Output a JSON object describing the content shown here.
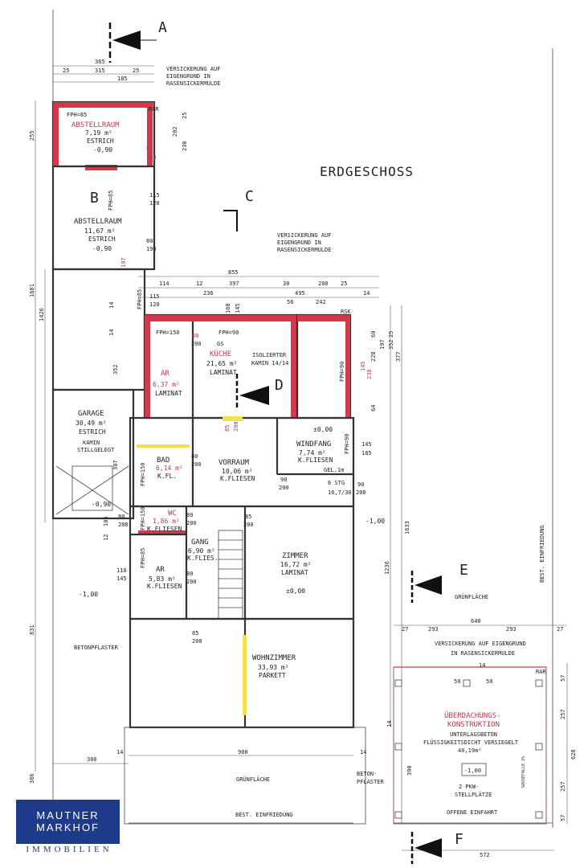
{
  "plan": {
    "title": "ERDGESCHOSS",
    "sections": [
      "A",
      "B",
      "C",
      "D",
      "E",
      "F"
    ],
    "rooms": [
      {
        "name": "ABSTELLRAUM",
        "area": "7,19 m²",
        "floor": "ESTRICH",
        "level": "-0,90"
      },
      {
        "name": "ABSTELLRAUM",
        "area": "11,67 m²",
        "floor": "ESTRICH",
        "level": "-0,90"
      },
      {
        "name": "GARAGE",
        "area": "30,49 m²",
        "floor": "ESTRICH",
        "note1": "KAMIN",
        "note2": "STILLGELEGT"
      },
      {
        "name": "AR",
        "area": "6,37 m²",
        "floor": "LAMINAT"
      },
      {
        "name": "KÜCHE",
        "area": "21,65 m²",
        "floor": "LAMINAT"
      },
      {
        "name": "BAD",
        "area": "6,14 m²",
        "floor": "K.FL."
      },
      {
        "name": "VORRAUM",
        "area": "10,06 m²",
        "floor": "K.FLIESEN"
      },
      {
        "name": "WINDFANG",
        "area": "7,74 m²",
        "floor": "K.FLIESEN"
      },
      {
        "name": "WC",
        "area": "1,86 m²",
        "floor": "K.FLIESEN"
      },
      {
        "name": "GANG",
        "area": "6,90 m²",
        "floor": "K.FLIES."
      },
      {
        "name": "AR",
        "area": "5,83 m²",
        "floor": "K.FLIESEN"
      },
      {
        "name": "ZIMMER",
        "area": "16,72 m²",
        "floor": "LAMINAT"
      },
      {
        "name": "WOHNZIMMER",
        "area": "33,93 m²",
        "floor": "PARKETT"
      }
    ],
    "notes": {
      "versickerung_1": [
        "VERSICKERUNG AUF",
        "EIGENGRUND IN",
        "RASENSICKERMULDE"
      ],
      "versickerung_2": [
        "VERSICKERUNG AUF",
        "EIGENGRUND IN",
        "RASENSICKERMULDE"
      ],
      "versickerung_3": [
        "VERSICKERUNG AUF EIGENGRUND",
        "IN RASENSICKERMULDE"
      ],
      "kamin": [
        "ISOLIERTER",
        "KAMIN 14/14"
      ],
      "ueberdachung": [
        "ÜBERDACHUNGS-",
        "KONSTRUKTION"
      ],
      "ueberdachung_sub": [
        "UNTERLAGSBETON",
        "FLÜSSIGKEITSDICHT VERSIEGELT",
        "40,19m²"
      ],
      "ueberdachung_level": "-1,00",
      "stellplaetze": [
        "2 PKW-",
        "STELLPLÄTZE"
      ],
      "offene_einfahrt": "OFFENE EINFAHRT",
      "gruenflaeche_1": "GRÜNFLÄCHE",
      "gruenflaeche_2": "GRÜNFLÄCHE",
      "betonpflaster": "BETONPFLASTER",
      "betonpflaster_2": [
        "BETON-",
        "PFLASTER"
      ],
      "best_einfriedung_1": "BEST. EINFRIEDUNG",
      "best_einfriedung_2": "BEST. EINFRIEDUNG",
      "gel": "GEL.1m",
      "stg": "6 STG",
      "stg_size": "16,7/30",
      "level_pm0_1": "±0,00",
      "level_pm0_2": "±0,00",
      "level_m100_1": "-1,00",
      "level_m100_2": "-1,00",
      "level_m090_garage": "-0,90",
      "gs": "GS",
      "rak_1": "RAR",
      "rak_2": "RSK",
      "rak_3": "RAR"
    },
    "dims": {
      "top": [
        "365",
        "25",
        "315",
        "25",
        "185"
      ],
      "row1": [
        "855",
        "114",
        "12",
        "397",
        "30",
        "200",
        "25",
        "236",
        "495",
        "14"
      ],
      "row2": [
        "56",
        "242"
      ],
      "left_vertical": [
        "255",
        "1681",
        "1426",
        "352",
        "307",
        "831",
        "386"
      ],
      "right_vertical": [
        "1633",
        "1236",
        "377",
        "352",
        "197",
        "228",
        "60",
        "25",
        "64"
      ],
      "bottom": [
        "300",
        "14",
        "900",
        "14",
        "572"
      ],
      "carport": [
        "27",
        "293",
        "640",
        "293",
        "27",
        "14",
        "57",
        "257",
        "628",
        "257",
        "57",
        "390",
        "14"
      ],
      "openings": [
        "FPH=85",
        "FPH=85",
        "FPH=85",
        "FPH=150",
        "FPH=90",
        "FPH=90",
        "FPH=90",
        "FPH=150",
        "FPH=150",
        "FPH=85"
      ],
      "misc": [
        "115",
        "120",
        "80",
        "190",
        "230",
        "202",
        "25",
        "115",
        "120",
        "80",
        "190",
        "197",
        "80",
        "200",
        "168",
        "145",
        "145",
        "230",
        "85",
        "200",
        "80",
        "200",
        "80",
        "200",
        "90",
        "200",
        "90",
        "200",
        "145",
        "185",
        "85",
        "200",
        "80",
        "200",
        "110",
        "145",
        "80",
        "200",
        "85",
        "200",
        "12",
        "105",
        "50",
        "50",
        "14",
        "14"
      ]
    },
    "carport_note": "GASSEFALLE 2%"
  },
  "logo": {
    "line1": "MAUTNER",
    "line2": "MARKHOF",
    "sub": "IMMOBILIEN"
  }
}
